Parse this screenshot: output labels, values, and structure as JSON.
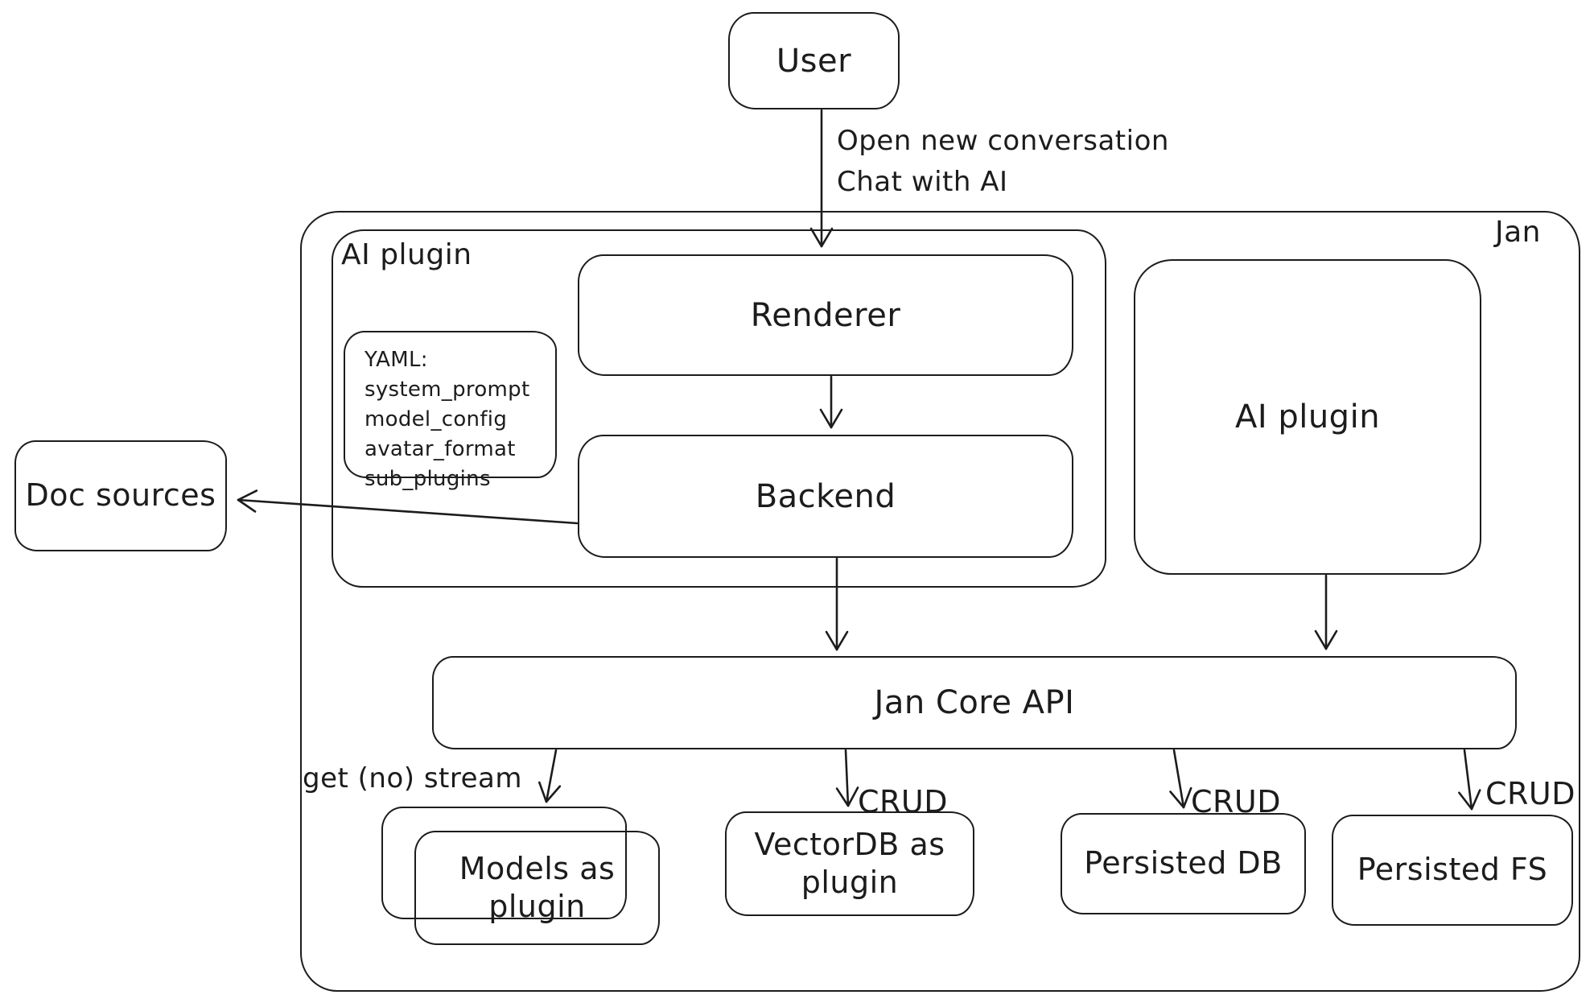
{
  "colors": {
    "stroke": "#1c1c1c",
    "background": "#ffffff"
  },
  "nodes": {
    "user": {
      "label": "User"
    },
    "jan": {
      "label": "Jan"
    },
    "ai_plugin_left": {
      "label": "AI plugin"
    },
    "renderer": {
      "label": "Renderer"
    },
    "yaml_note": {
      "lines": [
        "YAML:",
        "system_prompt",
        "model_config",
        "avatar_format",
        "sub_plugins"
      ]
    },
    "backend": {
      "label": "Backend"
    },
    "doc_sources": {
      "label": "Doc sources"
    },
    "ai_plugin_right": {
      "label": "AI plugin"
    },
    "jan_core_api": {
      "label": "Jan Core API"
    },
    "models_as_plugin": {
      "label": "Models as plugin"
    },
    "vector_db": {
      "label": "VectorDB as plugin"
    },
    "persisted_db": {
      "label": "Persisted DB"
    },
    "persisted_fs": {
      "label": "Persisted FS"
    }
  },
  "edge_labels": {
    "user_to_renderer_line1": "Open new conversation",
    "user_to_renderer_line2": "Chat with AI",
    "jan_core_to_models": "get (no) stream",
    "jan_core_to_vector_db": "CRUD",
    "jan_core_to_persisted_db": "CRUD",
    "jan_core_to_persisted_fs": "CRUD"
  }
}
